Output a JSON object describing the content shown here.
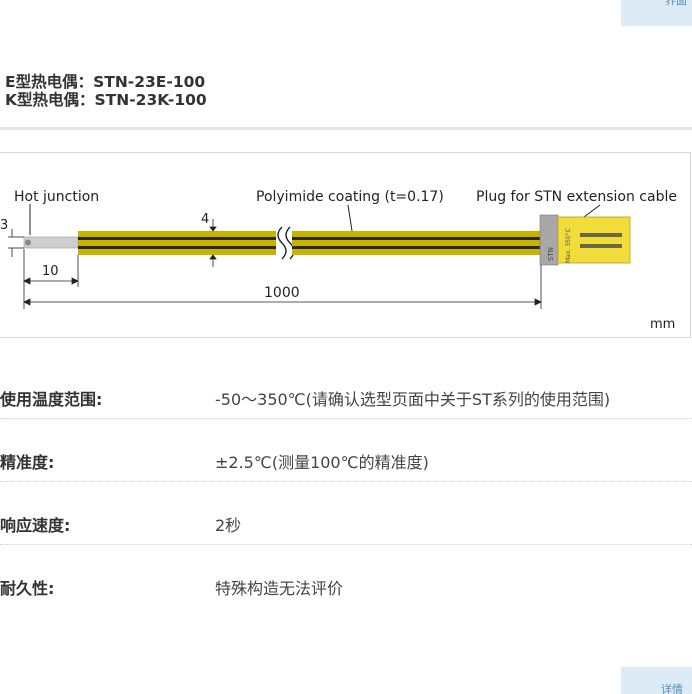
{
  "corner_top_label": "界面",
  "corner_bottom_label": "详情",
  "models": [
    "E型热电偶：STN-23E-100",
    "K型热电偶：STN-23K-100"
  ],
  "diagram": {
    "label_hot_junction": "Hot junction",
    "label_coating": "Polyimide coating (t=0.17)",
    "label_plug": "Plug for STN extension cable",
    "dim_3": "3",
    "dim_4": "4",
    "dim_10": "10",
    "dim_1000": "1000",
    "unit": "mm",
    "plug_text": "STN",
    "plug_text2": "Max. 350°C",
    "colors": {
      "probe_yellow": "#c8b400",
      "probe_stripe": "#2a2a10",
      "plug_yellow": "#f2dc3a",
      "collar_gray": "#a8a8a8"
    }
  },
  "specs": [
    {
      "label": "使用温度范围:",
      "value": "-50～350℃(请确认选型页面中关于ST系列的使用范围)"
    },
    {
      "label": "精准度:",
      "value": "±2.5℃(测量100℃的精准度)"
    },
    {
      "label": "响应速度:",
      "value": "2秒"
    },
    {
      "label": "耐久性:",
      "value": "特殊构造无法评价"
    }
  ]
}
